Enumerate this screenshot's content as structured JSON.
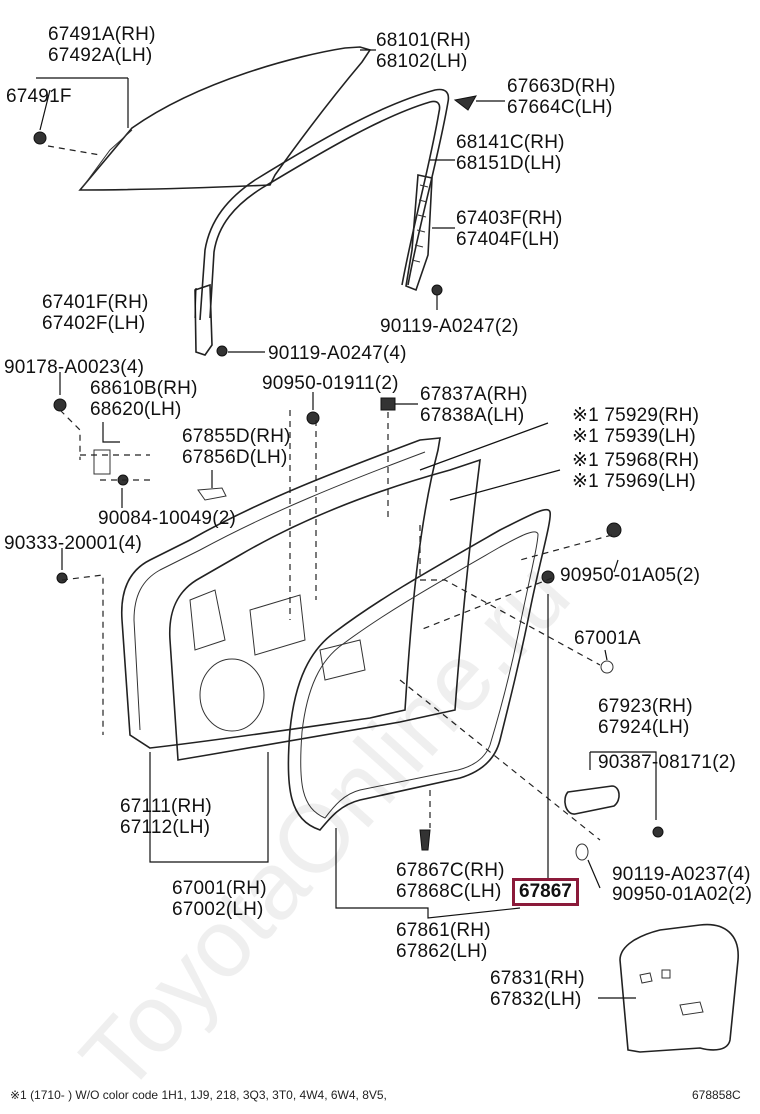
{
  "watermark": "ToyotaOnline.ru",
  "highlight": "67867",
  "labels": [
    {
      "key": "p1",
      "lines": [
        "67491A(RH)",
        "67492A(LH)"
      ]
    },
    {
      "key": "p2",
      "lines": [
        "67491F"
      ]
    },
    {
      "key": "p3",
      "lines": [
        "68101(RH)",
        "68102(LH)"
      ]
    },
    {
      "key": "p4",
      "lines": [
        "67663D(RH)",
        "67664C(LH)"
      ]
    },
    {
      "key": "p5",
      "lines": [
        "68141C(RH)",
        "68151D(LH)"
      ]
    },
    {
      "key": "p6",
      "lines": [
        "67403F(RH)",
        "67404F(LH)"
      ]
    },
    {
      "key": "p7",
      "lines": [
        "67401F(RH)",
        "67402F(LH)"
      ]
    },
    {
      "key": "p8",
      "lines": [
        "90119-A0247(2)"
      ]
    },
    {
      "key": "p9",
      "lines": [
        "90119-A0247(4)"
      ]
    },
    {
      "key": "p10",
      "lines": [
        "90178-A0023(4)"
      ]
    },
    {
      "key": "p11",
      "lines": [
        "68610B(RH)",
        "68620(LH)"
      ]
    },
    {
      "key": "p12",
      "lines": [
        "90950-01911(2)"
      ]
    },
    {
      "key": "p13",
      "lines": [
        "67837A(RH)",
        "67838A(LH)"
      ]
    },
    {
      "key": "p14",
      "lines": [
        "67855D(RH)",
        "67856D(LH)"
      ]
    },
    {
      "key": "p15",
      "lines": [
        "※1 75929(RH)",
        "※1 75939(LH)"
      ]
    },
    {
      "key": "p16",
      "lines": [
        "※1 75968(RH)",
        "※1 75969(LH)"
      ]
    },
    {
      "key": "p17",
      "lines": [
        "90084-10049(2)"
      ]
    },
    {
      "key": "p18",
      "lines": [
        "90333-20001(4)"
      ]
    },
    {
      "key": "p19",
      "lines": [
        "90950-01A05(2)"
      ]
    },
    {
      "key": "p20",
      "lines": [
        "67001A"
      ]
    },
    {
      "key": "p21",
      "lines": [
        "67923(RH)",
        "67924(LH)"
      ]
    },
    {
      "key": "p22",
      "lines": [
        "90387-08171(2)"
      ]
    },
    {
      "key": "p23",
      "lines": [
        "67111(RH)",
        "67112(LH)"
      ]
    },
    {
      "key": "p24",
      "lines": [
        "67867C(RH)",
        "67868C(LH)"
      ]
    },
    {
      "key": "p25",
      "lines": [
        "90119-A0237(4)"
      ]
    },
    {
      "key": "p26",
      "lines": [
        "90950-01A02(2)"
      ]
    },
    {
      "key": "p27",
      "lines": [
        "67001(RH)",
        "67002(LH)"
      ]
    },
    {
      "key": "p28",
      "lines": [
        "67861(RH)",
        "67862(LH)"
      ]
    },
    {
      "key": "p29",
      "lines": [
        "67831(RH)",
        "67832(LH)"
      ]
    }
  ],
  "footnote": "※1 (1710-      ) W/O color code 1H1, 1J9, 218, 3Q3, 3T0, 4W4, 6W4, 8V5,",
  "diagram_code": "678858C"
}
